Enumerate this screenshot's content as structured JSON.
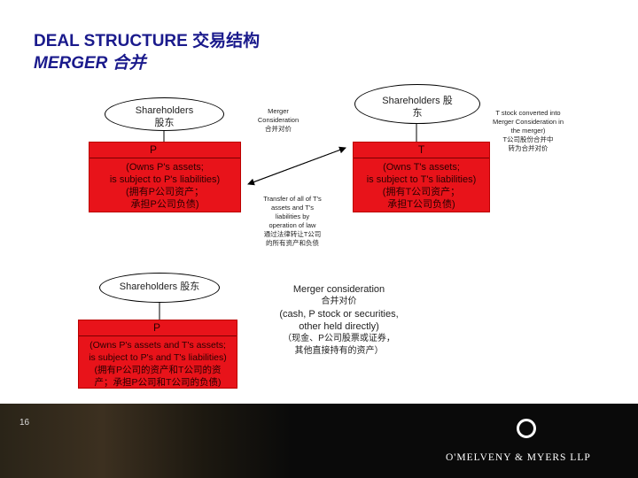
{
  "title": {
    "line1": "DEAL STRUCTURE 交易结构",
    "line2": "MERGER 合并"
  },
  "top_left": {
    "shareholders": "Shareholders 股东",
    "box_header": "P",
    "box_lines": [
      "(Owns P's assets;",
      "is subject to P's liabilities)",
      "(拥有P公司资产；",
      "承担P公司负债)"
    ]
  },
  "top_right": {
    "shareholders": "Shareholders 股东",
    "box_header": "T",
    "box_lines": [
      "(Owns T's assets;",
      "is subject to T's liabilities)",
      "(拥有T公司资产；",
      "承担T公司负债)"
    ]
  },
  "annotations": {
    "merger_consideration_top": [
      "Merger",
      "Consideration",
      "合并对价"
    ],
    "transfer": [
      "Transfer of all of T's",
      "assets and T's",
      "liabilities by",
      "operation of law",
      "通过法律转让T公司",
      "的所有资产和负债"
    ],
    "t_stock": [
      "T stock converted into",
      "Merger Consideration in",
      "the merger)",
      "T公司股份合并中",
      "转为合并对价"
    ]
  },
  "bottom_left": {
    "shareholders": "Shareholders 股东",
    "box_header": "P",
    "box_lines": [
      "(Owns P's assets and T's assets;",
      "is subject to P's and T's liabilities)",
      "(拥有P公司的资产和T公司的资",
      "产；承担P公司和T公司的负债)"
    ]
  },
  "merger_consideration_bottom": [
    "Merger consideration",
    "合并对价",
    "(cash, P stock or securities,",
    "other held directly)",
    "（现金、P公司股票或证券，",
    "其他直接持有的资产）"
  ],
  "footer": {
    "page_number": "16",
    "logo_text": "O'MELVENY & MYERS LLP"
  }
}
